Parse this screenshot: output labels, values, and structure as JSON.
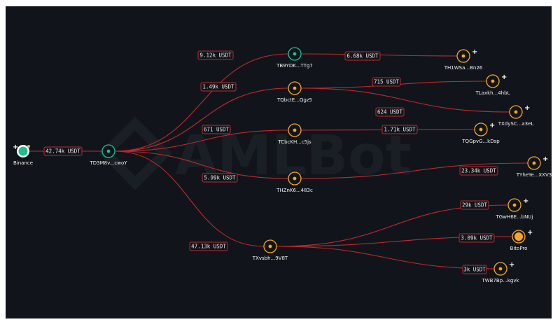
{
  "watermark": "AMLBot",
  "colors": {
    "background": "#11151b",
    "edge": "#c0282c",
    "node_orange": "#f5a623",
    "node_green": "#1fbf8f"
  },
  "nodes": [
    {
      "id": "binance",
      "label": "Binance",
      "kind": "green-filled",
      "expand": "left"
    },
    {
      "id": "td3m",
      "label": "TD3M8v...cwoY",
      "kind": "green-dot"
    },
    {
      "id": "tb9y",
      "label": "TB9YDK...TTg7",
      "kind": "green-dot"
    },
    {
      "id": "th1w",
      "label": "TH1WSa...Bn26",
      "kind": "orange-dot",
      "expand": "right"
    },
    {
      "id": "tqbc",
      "label": "TQbctE...Qgz5",
      "kind": "orange-dot"
    },
    {
      "id": "tlax",
      "label": "TLaxkh...4hbL",
      "kind": "orange-dot",
      "expand": "right"
    },
    {
      "id": "txdy",
      "label": "TXdySC...a3eL",
      "kind": "orange-dot",
      "expand": "right"
    },
    {
      "id": "tcbc",
      "label": "TCbcKH...c5js",
      "kind": "orange-dot"
    },
    {
      "id": "tqgp",
      "label": "TQGpvG...kDsp",
      "kind": "orange-dot",
      "expand": "right"
    },
    {
      "id": "thzn",
      "label": "THZnK6...483c",
      "kind": "orange-dot"
    },
    {
      "id": "tyhe",
      "label": "TYheYe...XXV3",
      "kind": "orange-dot",
      "expand": "right"
    },
    {
      "id": "txvs",
      "label": "TXvsbh...9V8T",
      "kind": "orange-dot"
    },
    {
      "id": "tgwh",
      "label": "TGwH6E...bNUj",
      "kind": "orange-dot",
      "expand": "right"
    },
    {
      "id": "bito",
      "label": "BitoPro",
      "kind": "orange-filled",
      "expand": "right"
    },
    {
      "id": "twb7",
      "label": "TWB7Bp...kgvk",
      "kind": "orange-dot",
      "expand": "right"
    }
  ],
  "edges": [
    {
      "from": "binance",
      "to": "td3m",
      "amount": "42.74k USDT"
    },
    {
      "from": "td3m",
      "to": "tb9y",
      "amount": "9.12k USDT"
    },
    {
      "from": "td3m",
      "to": "tqbc",
      "amount": "1.49k USDT"
    },
    {
      "from": "td3m",
      "to": "tcbc",
      "amount": "671 USDT"
    },
    {
      "from": "td3m",
      "to": "thzn",
      "amount": "5.99k USDT"
    },
    {
      "from": "td3m",
      "to": "txvs",
      "amount": "47.13k USDT"
    },
    {
      "from": "tb9y",
      "to": "th1w",
      "amount": "6.68k USDT"
    },
    {
      "from": "tqbc",
      "to": "tlax",
      "amount": "715 USDT"
    },
    {
      "from": "tqbc",
      "to": "txdy",
      "amount": "624 USDT"
    },
    {
      "from": "tcbc",
      "to": "tqgp",
      "amount": "1.71k USDT"
    },
    {
      "from": "thzn",
      "to": "tyhe",
      "amount": "23.34k USDT"
    },
    {
      "from": "txvs",
      "to": "tgwh",
      "amount": "29k USDT"
    },
    {
      "from": "txvs",
      "to": "bito",
      "amount": "3.09k USDT"
    },
    {
      "from": "txvs",
      "to": "twb7",
      "amount": "3k USDT"
    }
  ]
}
